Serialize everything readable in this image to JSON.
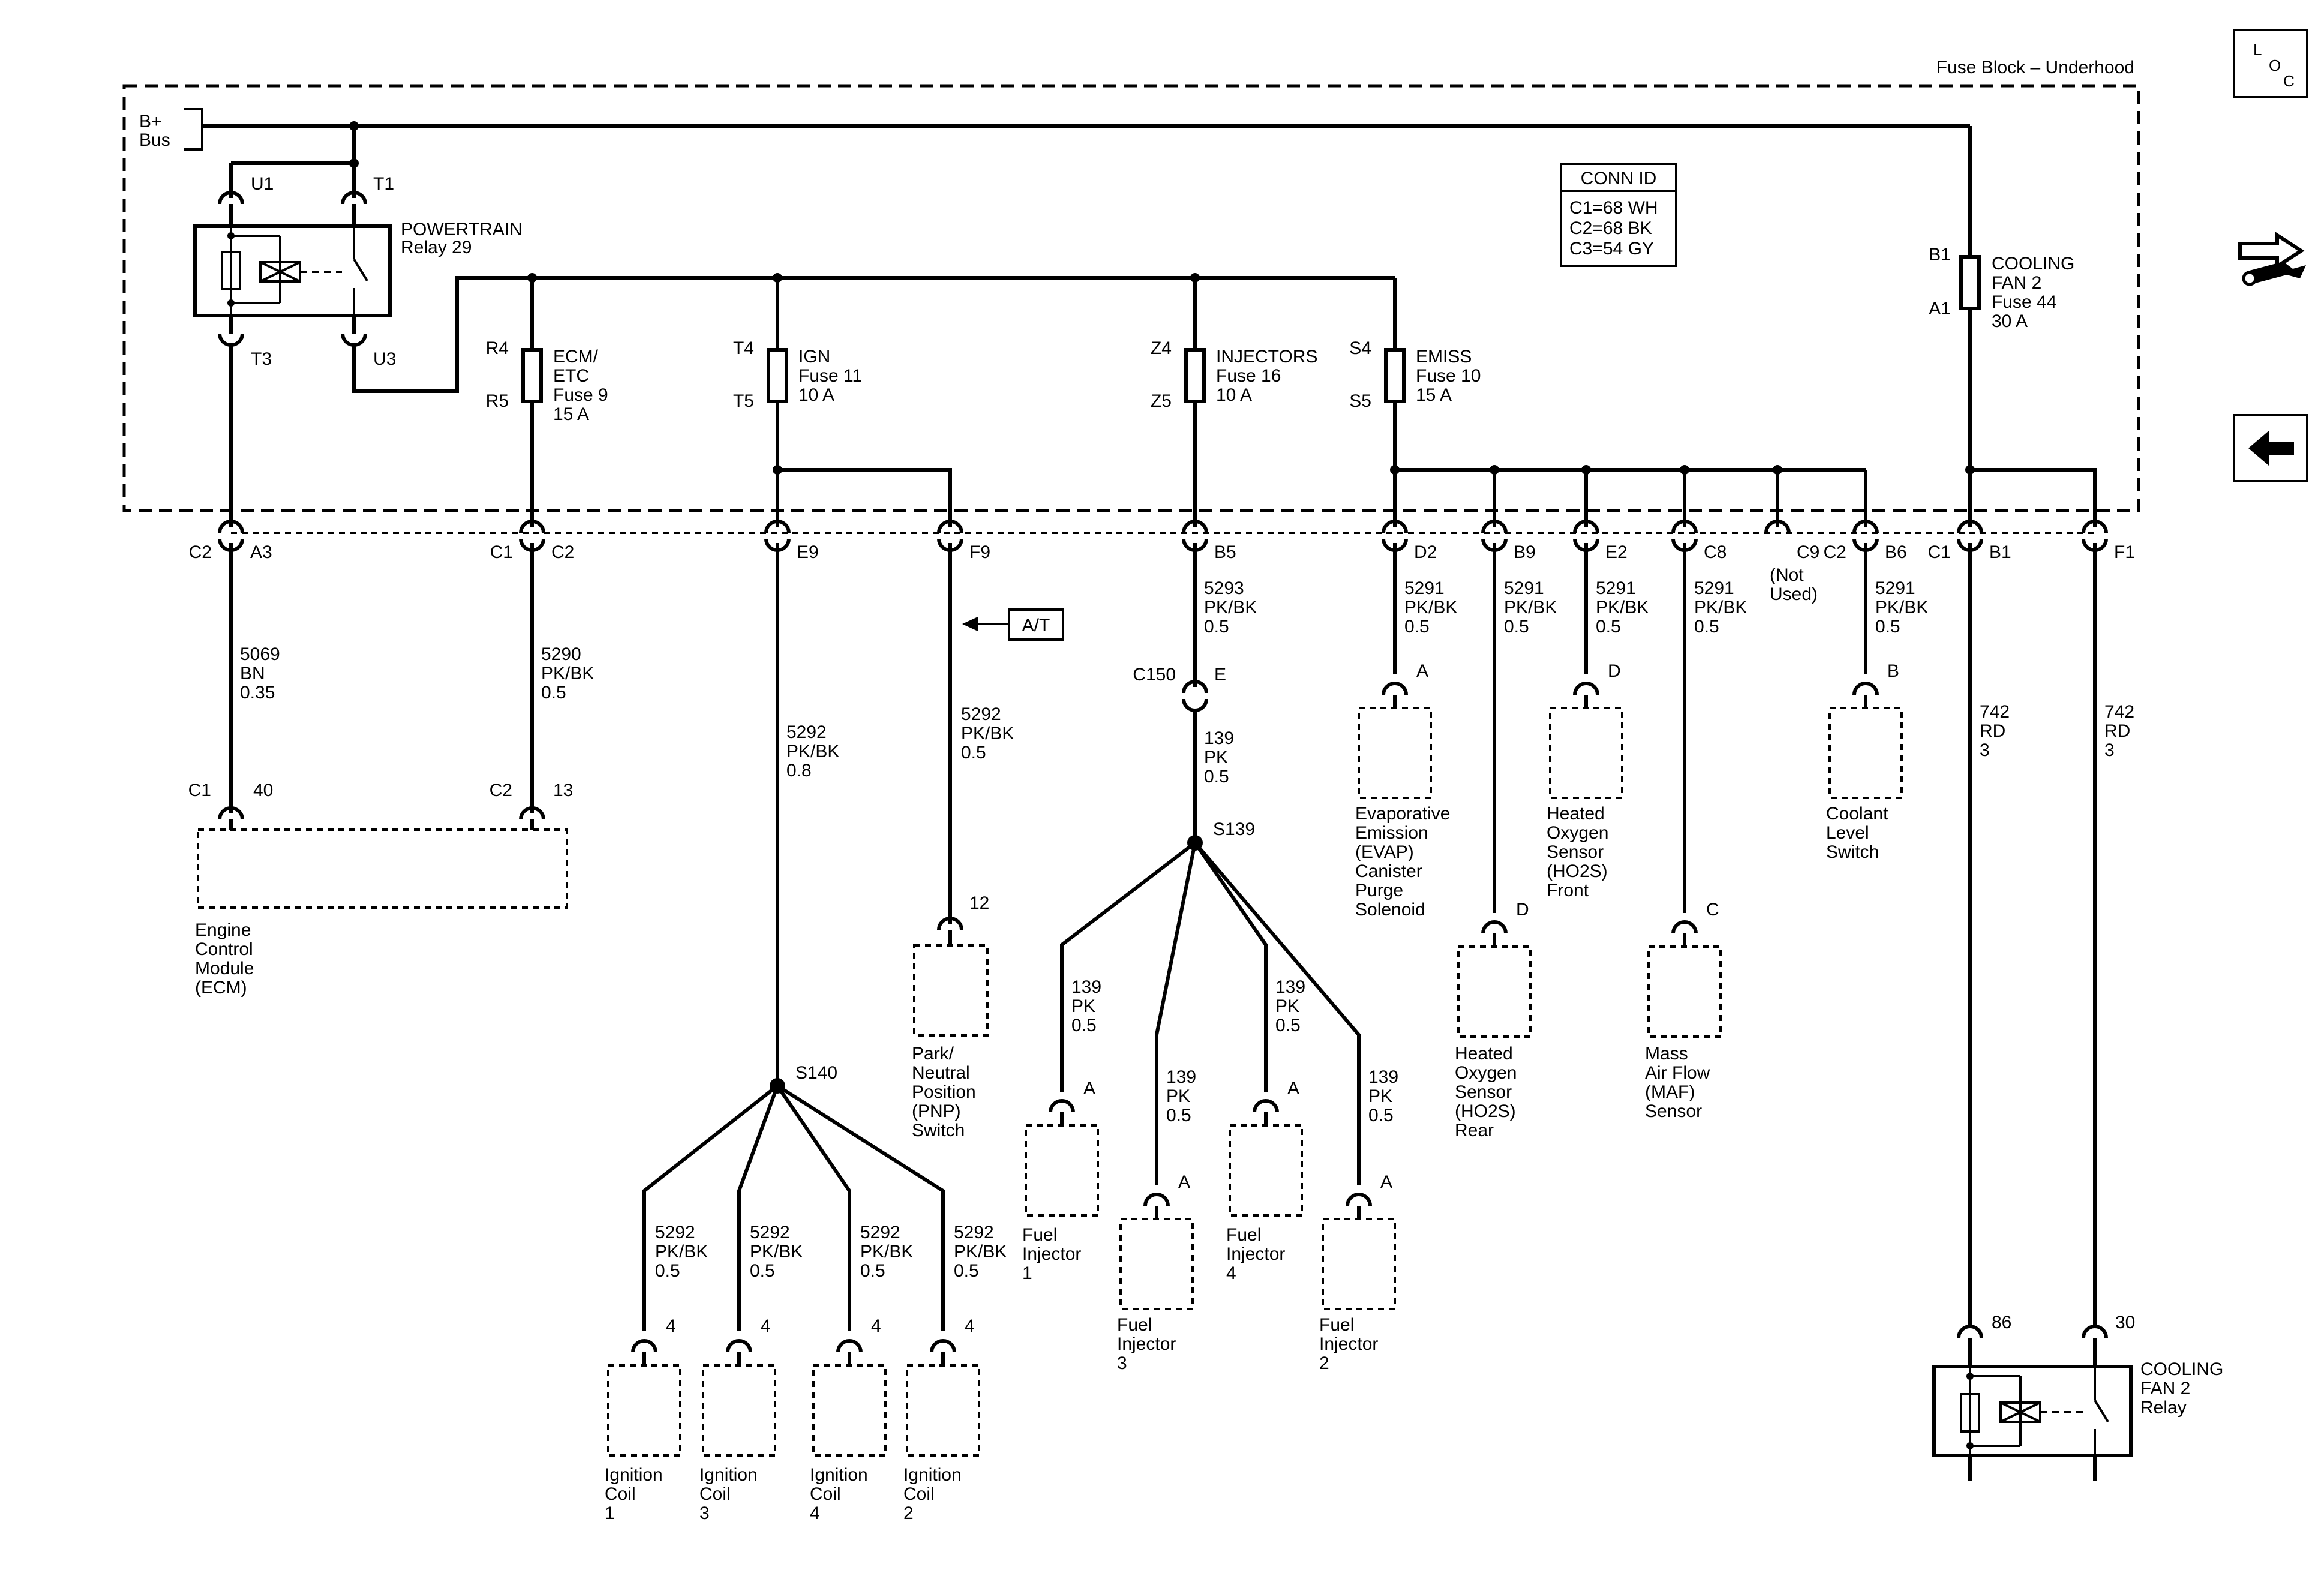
{
  "fuse_block": "Fuse Block – Underhood",
  "bplus": [
    "B+",
    "Bus"
  ],
  "conn_id": {
    "title": "CONN ID",
    "lines": [
      "C1=68 WH",
      "C2=68 BK",
      "C3=54 GY"
    ]
  },
  "relay": {
    "name": "POWERTRAIN",
    "sub": "Relay 29",
    "terms": [
      "U1",
      "T1",
      "T3",
      "U3"
    ]
  },
  "fuses": [
    {
      "top": "R4",
      "bottom": "R5",
      "lines": [
        "ECM/",
        "ETC",
        "Fuse 9",
        "15 A"
      ]
    },
    {
      "top": "T4",
      "bottom": "T5",
      "lines": [
        "IGN",
        "Fuse 11",
        "10 A"
      ]
    },
    {
      "top": "Z4",
      "bottom": "Z5",
      "lines": [
        "INJECTORS",
        "Fuse 16",
        "10 A"
      ]
    },
    {
      "top": "S4",
      "bottom": "S5",
      "lines": [
        "EMISS",
        "Fuse 10",
        "15 A"
      ]
    },
    {
      "top": "B1",
      "bottom": "A1",
      "lines": [
        "COOLING",
        "FAN 2",
        "Fuse 44",
        "30 A"
      ]
    }
  ],
  "connectors": [
    {
      "conn": "C2",
      "pin": "A3"
    },
    {
      "conn": "C1",
      "pin": "C2"
    },
    {
      "conn": "",
      "pin": "E9"
    },
    {
      "conn": "",
      "pin": "F9"
    },
    {
      "conn": "",
      "pin": "B5"
    },
    {
      "conn": "",
      "pin": "D2"
    },
    {
      "conn": "",
      "pin": "B9"
    },
    {
      "conn": "",
      "pin": "E2"
    },
    {
      "conn": "",
      "pin": "C8"
    },
    {
      "conn": "",
      "pin": "C9"
    },
    {
      "conn": "C2",
      "pin": "B6"
    },
    {
      "conn": "C1",
      "pin": "B1"
    },
    {
      "conn": "",
      "pin": "F1"
    }
  ],
  "not_used": [
    "(Not",
    "Used)"
  ],
  "at_label": "A/T",
  "wires": [
    [
      "5069",
      "BN",
      "0.35"
    ],
    [
      "5290",
      "PK/BK",
      "0.5"
    ],
    [
      "5292",
      "PK/BK",
      "0.8"
    ],
    [
      "5292",
      "PK/BK",
      "0.5"
    ],
    [
      "5293",
      "PK/BK",
      "0.5"
    ],
    [
      "139",
      "PK",
      "0.5"
    ],
    [
      "5291",
      "PK/BK",
      "0.5"
    ],
    [
      "742",
      "RD",
      "3"
    ]
  ],
  "c150": {
    "conn": "C150",
    "pin": "E"
  },
  "splices": [
    "S140",
    "S139"
  ],
  "ecm": {
    "pins": [
      {
        "conn": "C1",
        "pin": "40"
      },
      {
        "conn": "C2",
        "pin": "13"
      }
    ],
    "lines": [
      "Engine",
      "Control",
      "Module",
      "(ECM)"
    ]
  },
  "pnp": {
    "pin": "12",
    "lines": [
      "Park/",
      "Neutral",
      "Position",
      "(PNP)",
      "Switch"
    ]
  },
  "coils": [
    {
      "pin": "4",
      "lines": [
        "Ignition",
        "Coil",
        "1"
      ]
    },
    {
      "pin": "4",
      "lines": [
        "Ignition",
        "Coil",
        "3"
      ]
    },
    {
      "pin": "4",
      "lines": [
        "Ignition",
        "Coil",
        "4"
      ]
    },
    {
      "pin": "4",
      "lines": [
        "Ignition",
        "Coil",
        "2"
      ]
    }
  ],
  "injectors": [
    {
      "pin": "A",
      "lines": [
        "Fuel",
        "Injector",
        "1"
      ]
    },
    {
      "pin": "A",
      "lines": [
        "Fuel",
        "Injector",
        "3"
      ]
    },
    {
      "pin": "A",
      "lines": [
        "Fuel",
        "Injector",
        "4"
      ]
    },
    {
      "pin": "A",
      "lines": [
        "Fuel",
        "Injector",
        "2"
      ]
    }
  ],
  "sensors": [
    {
      "pin": "A",
      "lines": [
        "Evaporative",
        "Emission",
        "(EVAP)",
        "Canister",
        "Purge",
        "Solenoid"
      ]
    },
    {
      "pin": "D",
      "lines": [
        "Heated",
        "Oxygen",
        "Sensor",
        "(HO2S)",
        "Rear"
      ]
    },
    {
      "pin": "D",
      "lines": [
        "Heated",
        "Oxygen",
        "Sensor",
        "(HO2S)",
        "Front"
      ]
    },
    {
      "pin": "C",
      "lines": [
        "Mass",
        "Air Flow",
        "(MAF)",
        "Sensor"
      ]
    },
    {
      "pin": "B",
      "lines": [
        "Coolant",
        "Level",
        "Switch"
      ]
    }
  ],
  "fan_relay": {
    "pins": [
      "86",
      "30"
    ],
    "lines": [
      "COOLING",
      "FAN 2",
      "Relay"
    ]
  },
  "nav": {
    "loc_letters": [
      "L",
      "O",
      "C"
    ],
    "loc_icon": "loc-icon",
    "tools_icon": "wrench-tools-icon",
    "back_icon": "back-arrow-icon"
  }
}
